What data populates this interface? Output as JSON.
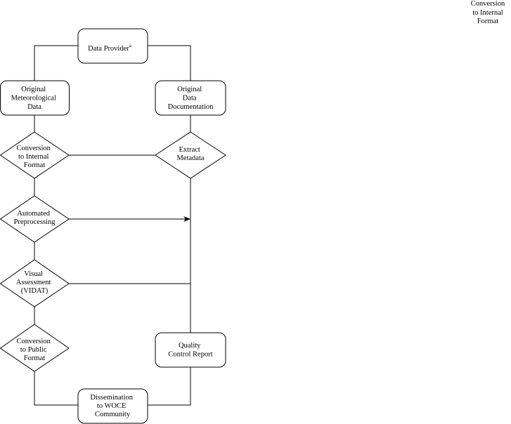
{
  "diagram": {
    "nodes": {
      "data_provider": {
        "lines": [
          "Data Provider"
        ],
        "superscript": "a"
      },
      "original_met_data": {
        "lines": [
          "Original",
          "Meteorological",
          "Data"
        ]
      },
      "original_data_doc": {
        "lines": [
          "Original",
          "Data",
          "Documentation"
        ]
      },
      "conversion_internal": {
        "lines": [
          "Conversion",
          "to Internal",
          "Format"
        ]
      },
      "extract_metadata": {
        "lines": [
          "Extract",
          "Metadata"
        ]
      },
      "automated_preprocessing": {
        "lines": [
          "Automated",
          "Preprocessing"
        ]
      },
      "visual_assessment": {
        "lines": [
          "Visual",
          "Assessment",
          "(VIDAT)"
        ]
      },
      "conversion_public": {
        "lines": [
          "Conversion",
          "to Public",
          "Format"
        ]
      },
      "quality_control_report": {
        "lines": [
          "Quality",
          "Control Report"
        ]
      },
      "dissemination": {
        "lines": [
          "Dissemination",
          "to WOCE",
          "Community"
        ]
      }
    },
    "orphan_label": {
      "lines": [
        "Conversion",
        "to Internal",
        "Format"
      ]
    }
  }
}
